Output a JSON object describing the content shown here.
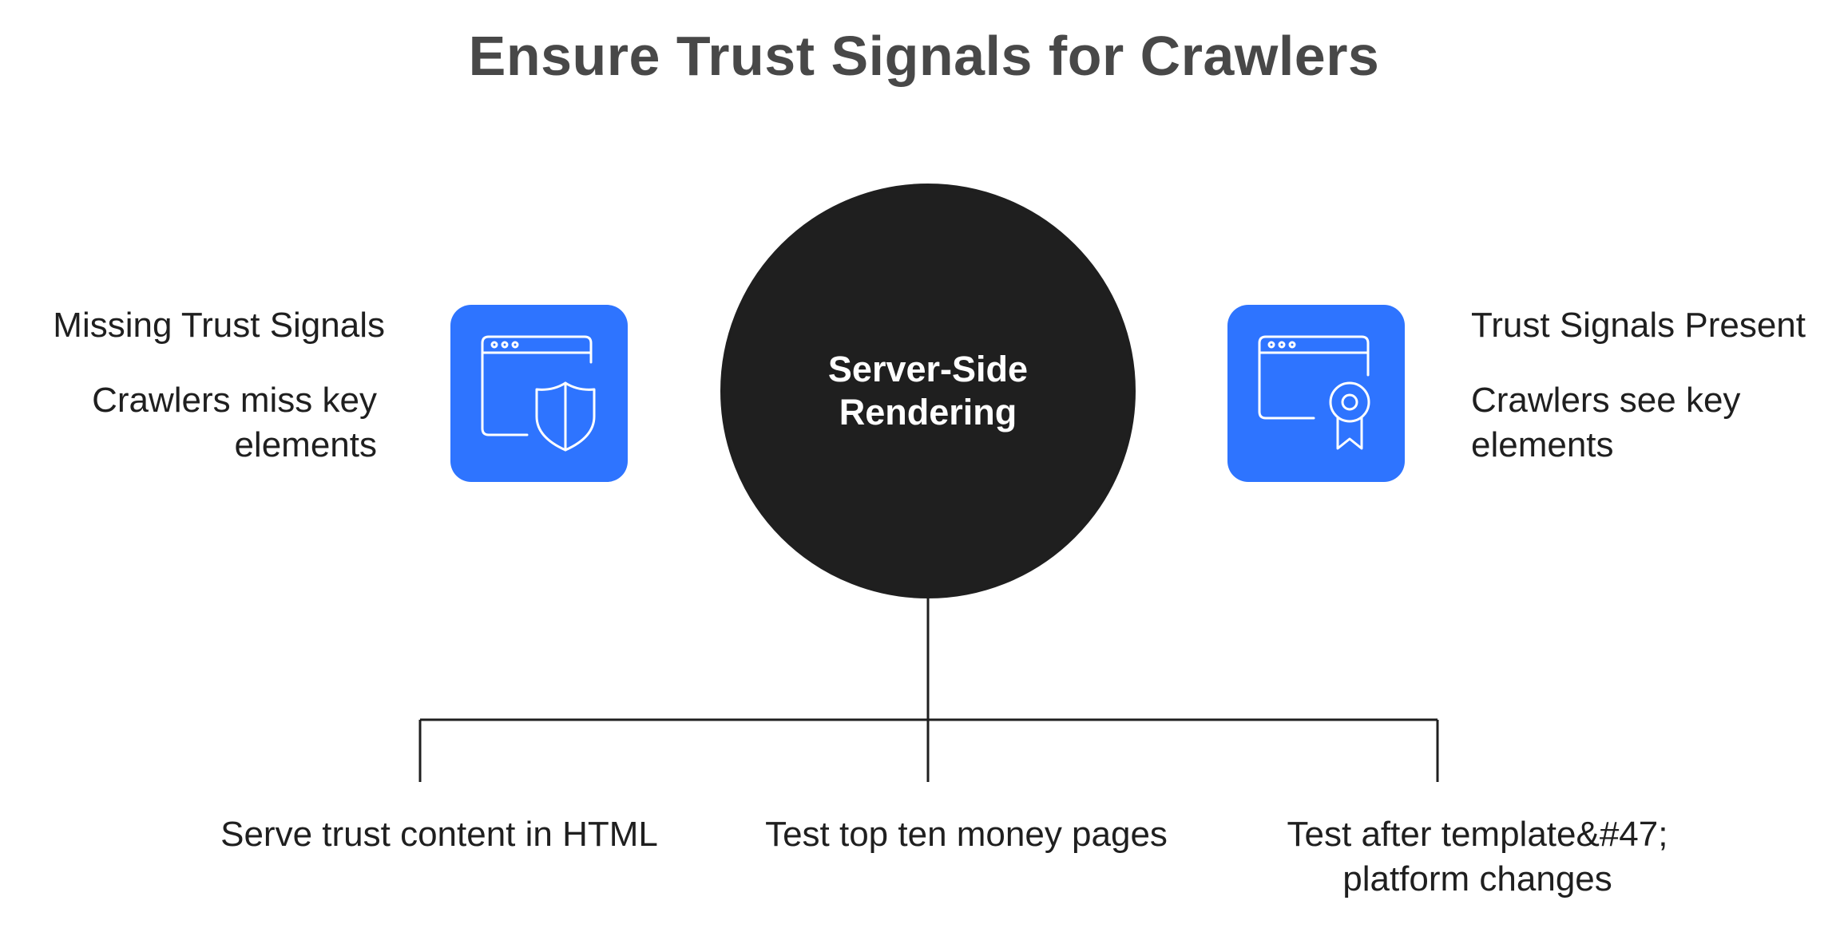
{
  "title": "Ensure Trust Signals for Crawlers",
  "hub": {
    "label": "Server-Side Rendering"
  },
  "left": {
    "heading": "Missing Trust Signals",
    "description": "Crawlers miss key elements",
    "icon": "browser-shield-icon"
  },
  "right": {
    "heading": "Trust Signals Present",
    "description": "Crawlers see key elements",
    "icon": "browser-badge-icon"
  },
  "steps": [
    {
      "label": "Serve trust content in HTML"
    },
    {
      "label": "Test top ten money pages"
    },
    {
      "label": "Test after template&#47; platform changes"
    }
  ],
  "colors": {
    "title": "#484848",
    "hub": "#1f1f1f",
    "tile": "#2e74ff",
    "line": "#1f1f1f",
    "text": "#1f1f1f"
  }
}
